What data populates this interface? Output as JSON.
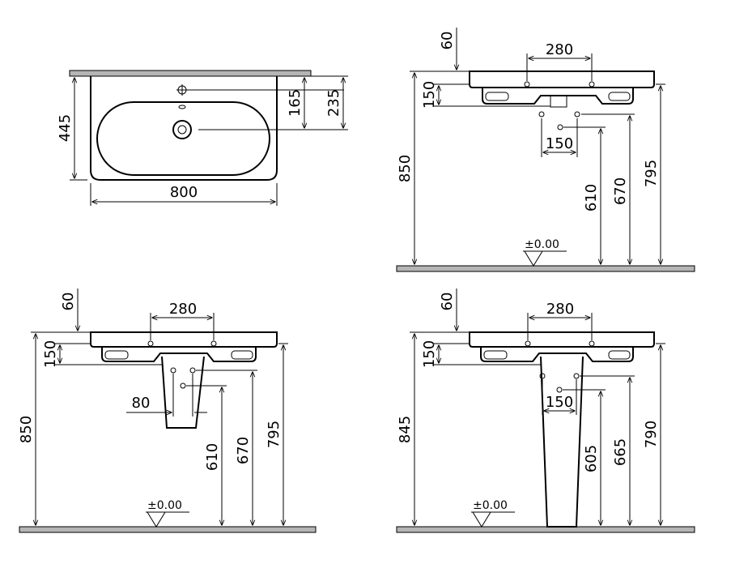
{
  "top_view": {
    "width": "800",
    "depth": "445",
    "tap_hole": "235",
    "drain": "165"
  },
  "side_wall_hung": {
    "top_offset": "60",
    "bracket_spacing": "280",
    "thickness": "150",
    "height_total": "850",
    "h_795": "795",
    "h_670": "670",
    "h_610": "610",
    "drain_spacing": "150",
    "floor_level": "±0.00"
  },
  "side_half_pedestal": {
    "top_offset": "60",
    "bracket_spacing": "280",
    "thickness": "150",
    "height_total": "850",
    "h_795": "795",
    "h_670": "670",
    "h_610": "610",
    "drain_spacing": "80",
    "floor_level": "±0.00"
  },
  "side_full_pedestal": {
    "top_offset": "60",
    "bracket_spacing": "280",
    "thickness": "150",
    "height_total": "845",
    "h_790": "790",
    "h_665": "665",
    "h_605": "605",
    "drain_spacing": "150",
    "floor_level": "±0.00"
  }
}
